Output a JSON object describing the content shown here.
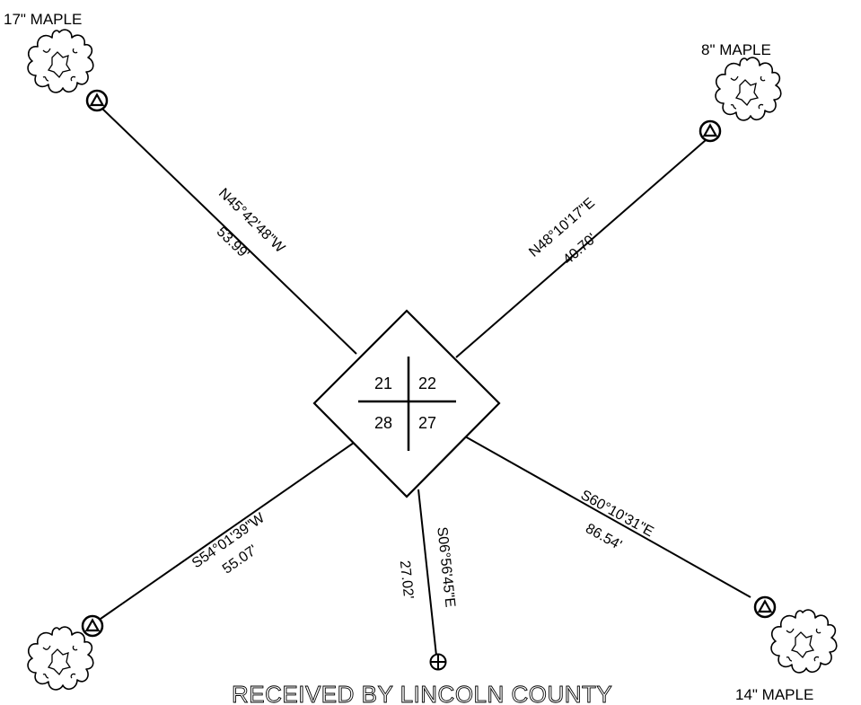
{
  "corner": {
    "sections": {
      "nw": "21",
      "ne": "22",
      "sw": "28",
      "se": "27"
    }
  },
  "references": {
    "nw": {
      "tree": "17\" MAPLE",
      "bearing": "N45°42'48\"W",
      "distance": "53.99'"
    },
    "ne": {
      "tree": "8\" MAPLE",
      "bearing": "N48°10'17\"E",
      "distance": "40.70'"
    },
    "sw": {
      "tree": "",
      "bearing": "S54°01'39\"W",
      "distance": "55.07'"
    },
    "se": {
      "tree": "14\" MAPLE",
      "bearing": "S60°10'31\"E",
      "distance": "86.54'"
    },
    "s": {
      "bearing": "S06°56'45\"E",
      "distance": "27.02'"
    }
  },
  "stamp": "RECEIVED BY LINCOLN COUNTY"
}
